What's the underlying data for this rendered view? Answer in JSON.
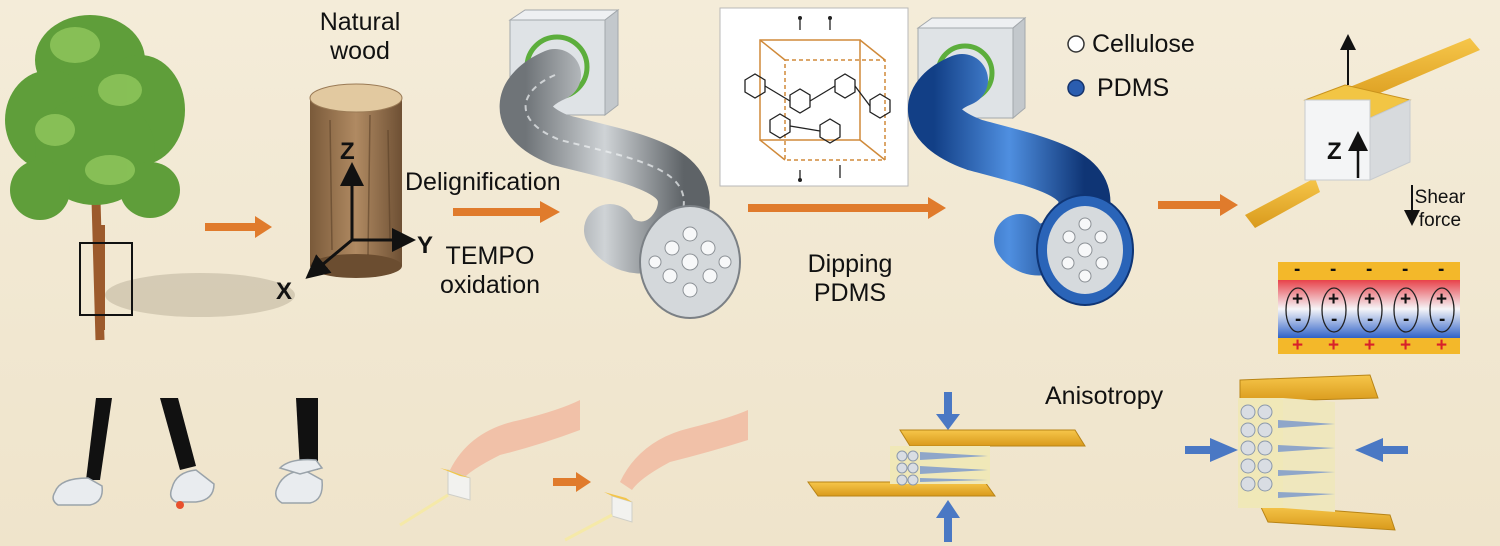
{
  "labels": {
    "natural_wood": "Natural\nwood",
    "axis_z": "Z",
    "axis_y": "Y",
    "axis_x": "X",
    "delignification": "Delignification",
    "tempo": "TEMPO\noxidation",
    "dipping": "Dipping\nPDMS",
    "cellulose": "Cellulose",
    "pdms": "PDMS",
    "cube_z": "Z",
    "shear": "Shear\nforce",
    "anisotropy": "Anisotropy",
    "minus": "-",
    "plus": "+"
  },
  "colors": {
    "arrow": "#e07b2c",
    "electrode": "#f1b22a",
    "pdms_blue": "#2a64b8",
    "cellulose_gray": "#b9bcbf",
    "press_arrow": "#4a78c4"
  },
  "legend": [
    {
      "name": "Cellulose",
      "swatch": "white-circle"
    },
    {
      "name": "PDMS",
      "swatch": "blue-circle"
    }
  ]
}
